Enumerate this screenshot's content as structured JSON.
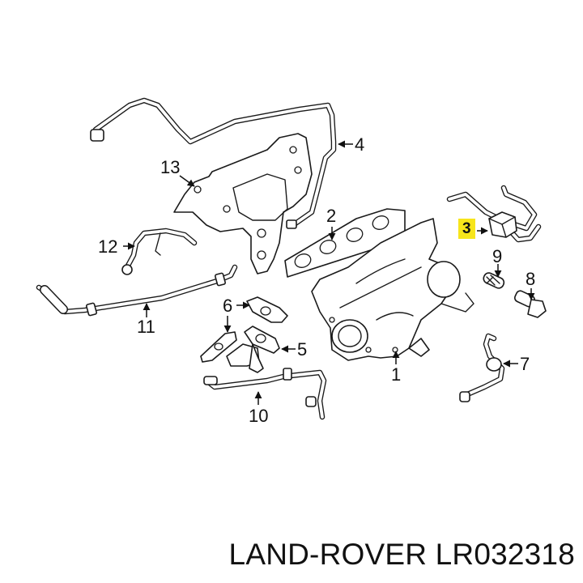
{
  "diagram": {
    "title": "Turbocharger and exhaust manifold exploded parts diagram",
    "highlight_color": "#f7e51b",
    "highlighted_callout": "3",
    "callouts": [
      {
        "id": "1",
        "label": "1",
        "part": "turbocharger-manifold-assembly"
      },
      {
        "id": "2",
        "label": "2",
        "part": "manifold-gasket"
      },
      {
        "id": "3",
        "label": "3",
        "part": "solenoid-valve",
        "highlighted": true
      },
      {
        "id": "4",
        "label": "4",
        "part": "oil-feed-line"
      },
      {
        "id": "5",
        "label": "5",
        "part": "oil-return-tube"
      },
      {
        "id": "6",
        "label": "6",
        "part": "gasket"
      },
      {
        "id": "7",
        "label": "7",
        "part": "coolant-line"
      },
      {
        "id": "8",
        "label": "8",
        "part": "banjo-bolt"
      },
      {
        "id": "9",
        "label": "9",
        "part": "filter-screen"
      },
      {
        "id": "10",
        "label": "10",
        "part": "coolant-return-line"
      },
      {
        "id": "11",
        "label": "11",
        "part": "water-hose"
      },
      {
        "id": "12",
        "label": "12",
        "part": "coolant-tube"
      },
      {
        "id": "13",
        "label": "13",
        "part": "heat-shield"
      }
    ]
  },
  "caption": {
    "brand": "LAND-ROVER",
    "part_number": "LR032318",
    "text": "LAND-ROVER LR032318"
  }
}
